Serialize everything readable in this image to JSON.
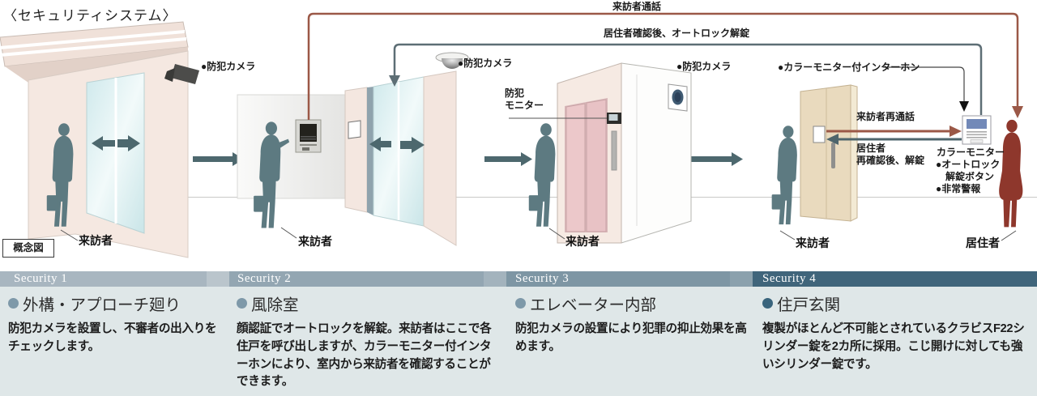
{
  "title": "〈セキュリティシステム〉",
  "badge": "概念図",
  "flows": {
    "visitor_call": "来訪者通話",
    "autolock_release": "居住者確認後、オートロック解錠",
    "revisit_call": "来訪者再通話",
    "recheck_line1": "居住者",
    "recheck_line2": "再確認後、解錠"
  },
  "labels": {
    "camera": "●防犯カメラ",
    "monitor_line1": "防犯",
    "monitor_line2": "モニター",
    "intercom": "●カラーモニター付インターホン",
    "color_monitor": "カラーモニター",
    "autolock_btn_line1": "●オートロック",
    "autolock_btn_line2": "解錠ボタン",
    "emergency_alarm": "●非常警報",
    "visitor": "来訪者",
    "resident": "居住者"
  },
  "sections": [
    {
      "bar": "Security 1",
      "heading": "外構・アプローチ廻り",
      "body": "防犯カメラを設置し、不審者の出入りをチェックします。"
    },
    {
      "bar": "Security 2",
      "heading": "風除室",
      "body": "顔認証でオートロックを解錠。来訪者はここで各住戸を呼び出しますが、カラーモニター付インターホンにより、室内から来訪者を確認することができます。"
    },
    {
      "bar": "Security 3",
      "heading": "エレベーター内部",
      "body": "防犯カメラの設置により犯罪の抑止効果を高めます。"
    },
    {
      "bar": "Security 4",
      "heading": "住戸玄関",
      "body": "複製がほとんど不可能とされているクラビスF22シリンダー錠を2カ所に採用。こじ開けに対しても強いシリンダー錠です。"
    }
  ],
  "colors": {
    "call_line": "#9b5847",
    "unlock_line": "#5d6e75",
    "arrow": "#4d686e",
    "visitor_figure": "#5d7a81",
    "resident_figure": "#8e372c",
    "bar_security4": "#40657b",
    "band_background": "#dfe7e8"
  }
}
